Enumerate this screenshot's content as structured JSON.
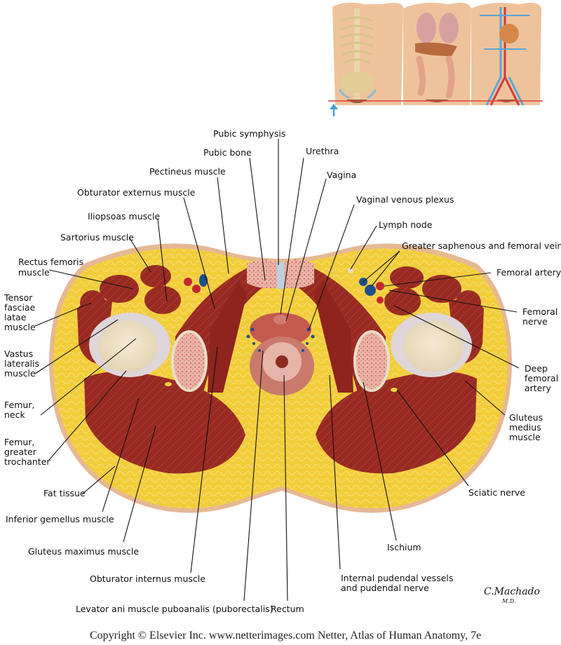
{
  "figure": {
    "title": "Cross section of female pelvis at level of hip joint",
    "labels": {
      "pubic_symphysis": "Pubic symphysis",
      "pubic_bone": "Pubic bone",
      "urethra": "Urethra",
      "vagina": "Vagina",
      "pectineus_muscle": "Pectineus muscle",
      "obturator_externus_muscle": "Obturator externus muscle",
      "iliopsoas_muscle": "Iliopsoas muscle",
      "sartorius_muscle": "Sartorius muscle",
      "rectus_femoris_muscle": [
        "Rectus femoris",
        "muscle"
      ],
      "tensor_fasciae_latae_muscle": [
        "Tensor",
        "fasciae",
        "latae",
        "muscle"
      ],
      "vastus_lateralis_muscle": [
        "Vastus",
        "lateralis",
        "muscle"
      ],
      "femur_neck": [
        "Femur,",
        "neck"
      ],
      "femur_greater_trochanter": [
        "Femur,",
        "greater",
        "trochanter"
      ],
      "fat_tissue": "Fat tissue",
      "inferior_gemellus_muscle": "Inferior gemellus muscle",
      "gluteus_maximus_muscle": "Gluteus maximus muscle",
      "obturator_internus_muscle": "Obturator internus muscle",
      "levator_ani": "Levator ani muscle puboanalis (puborectalis)",
      "rectum": "Rectum",
      "internal_pudendal": [
        "Internal pudendal vessels",
        "and pudendal nerve"
      ],
      "ischium": "Ischium",
      "sciatic_nerve": "Sciatic nerve",
      "gluteus_medius_muscle": [
        "Gluteus",
        "medius",
        "muscle"
      ],
      "deep_femoral_artery": [
        "Deep",
        "femoral",
        "artery"
      ],
      "femoral_nerve": [
        "Femoral",
        "nerve"
      ],
      "femoral_artery": "Femoral artery",
      "greater_saphenous_femoral_veins": "Greater saphenous and femoral veins",
      "lymph_node": "Lymph node",
      "vaginal_venous_plexus": "Vaginal venous plexus"
    },
    "signature": [
      "C.Machado",
      "M.D."
    ],
    "copyright": "Copyright © Elsevier Inc.  www.netterimages.com Netter, Atlas of Human Anatomy, 7e"
  },
  "colors": {
    "fat": "#f3cf3c",
    "fat_dark": "#e2b52a",
    "skin": "#e6b894",
    "muscle": "#9b2a22",
    "muscle_light": "#b8453a",
    "bone": "#efe4cc",
    "marrow": "#e7a49a",
    "artery": "#c4262f",
    "vein": "#1f4e8c",
    "level_line": "#e0413a",
    "arrow": "#4a9fd0"
  }
}
